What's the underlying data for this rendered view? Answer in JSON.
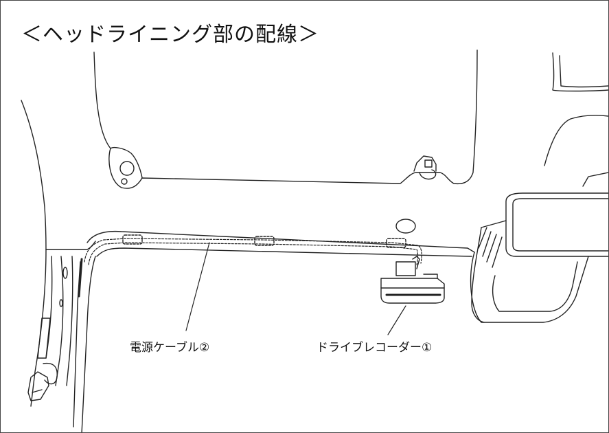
{
  "title": "＜ヘッドライニング部の配線＞",
  "callouts": {
    "power_cable": "電源ケーブル②",
    "drive_recorder": "ドライブレコーダー①"
  }
}
